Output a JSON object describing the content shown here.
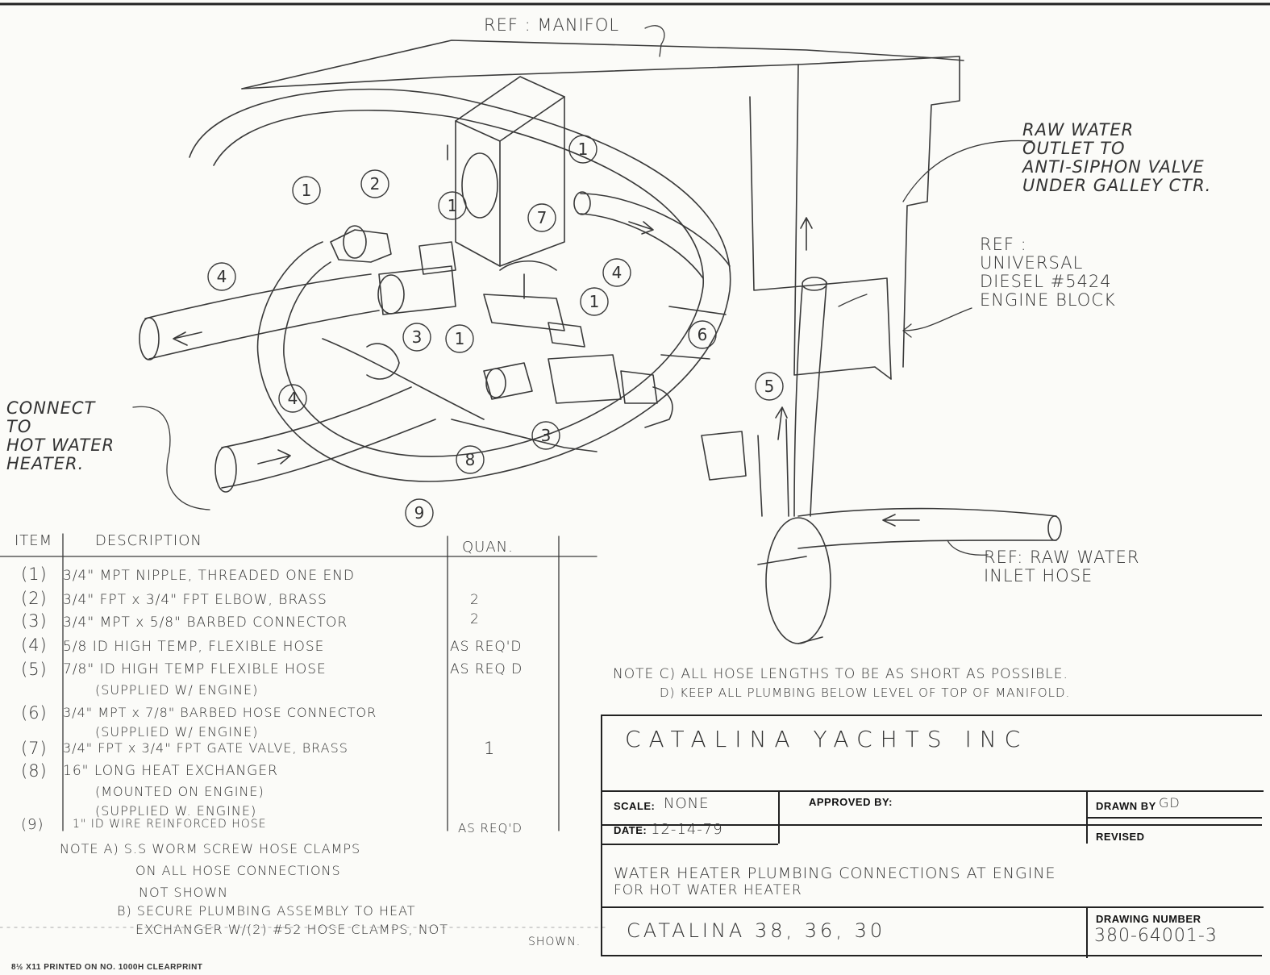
{
  "header_ref": "REF : MANIFOL",
  "callouts": {
    "raw_water_outlet": "RAW WATER\nOUTLET TO\nANTI-SIPHON VALVE\nUNDER GALLEY CTR.",
    "engine_ref": "REF :\nUNIVERSAL\nDIESEL #5424\nENGINE BLOCK",
    "hot_water": "CONNECT\nTO\nHOT WATER\nHEATER.",
    "raw_water_inlet": "REF: RAW WATER\nINLET HOSE"
  },
  "bubbles": [
    "1",
    "2",
    "1",
    "7",
    "1",
    "4",
    "4",
    "1",
    "3",
    "1",
    "6",
    "5",
    "4",
    "3",
    "8",
    "9"
  ],
  "parts_list": {
    "headers": {
      "item": "ITEM",
      "description": "DESCRIPTION",
      "quantity": "QUAN."
    },
    "rows": [
      {
        "item": "(1)",
        "desc": "3/4\" MPT NIPPLE, THREADED ONE END",
        "sub": "",
        "qty": ""
      },
      {
        "item": "(2)",
        "desc": "3/4\" FPT x 3/4\" FPT ELBOW, BRASS",
        "sub": "",
        "qty": "2"
      },
      {
        "item": "(3)",
        "desc": "3/4\" MPT x 5/8\" BARBED CONNECTOR",
        "sub": "",
        "qty": "2"
      },
      {
        "item": "(4)",
        "desc": "5/8 ID HIGH TEMP, FLEXIBLE HOSE",
        "sub": "",
        "qty": "AS REQ'D"
      },
      {
        "item": "(5)",
        "desc": "7/8\" ID HIGH TEMP FLEXIBLE HOSE",
        "sub": "(SUPPLIED W/ ENGINE)",
        "qty": "AS REQ D"
      },
      {
        "item": "(6)",
        "desc": "3/4\" MPT x 7/8\" BARBED HOSE CONNECTOR",
        "sub": "(SUPPLIED W/ ENGINE)",
        "qty": ""
      },
      {
        "item": "(7)",
        "desc": "3/4\" FPT x 3/4\" FPT GATE VALVE, BRASS",
        "sub": "",
        "qty": "1"
      },
      {
        "item": "(8)",
        "desc": "16\" LONG HEAT EXCHANGER",
        "sub": "(MOUNTED ON ENGINE)",
        "sub2": "(SUPPLIED W. ENGINE)",
        "qty": ""
      },
      {
        "item": "(9)",
        "desc": "1\" ID WIRE REINFORCED HOSE",
        "sub": "",
        "qty": "AS REQ'D"
      }
    ]
  },
  "notes_left": {
    "a1": "NOTE A) S.S WORM SCREW HOSE CLAMPS",
    "a2": "ON ALL HOSE CONNECTIONS",
    "a3": "NOT SHOWN",
    "b1": "B) SECURE PLUMBING ASSEMBLY TO HEAT",
    "b2": "EXCHANGER W/(2) #52 HOSE CLAMPS, NOT",
    "b3": "SHOWN."
  },
  "notes_right": {
    "c": "NOTE C) ALL HOSE LENGTHS TO BE AS SHORT AS POSSIBLE.",
    "d": "D) KEEP ALL PLUMBING BELOW LEVEL OF TOP OF MANIFOLD."
  },
  "title_block": {
    "company": "CATALINA YACHTS INC",
    "scale_label": "SCALE:",
    "scale_value": "NONE",
    "approved_label": "APPROVED BY:",
    "drawn_label": "DRAWN BY",
    "drawn_value": "GD",
    "date_label": "DATE:",
    "date_value": "12-14-79",
    "revised_label": "REVISED",
    "title_line1": "WATER HEATER PLUMBING CONNECTIONS AT ENGINE",
    "title_line2": "FOR HOT WATER HEATER",
    "models": "CATALINA 38, 36, 30",
    "drawing_number_label": "DRAWING NUMBER",
    "drawing_number": "380-64001-3"
  },
  "footer": "8½ X11    PRINTED ON NO. 1000H CLEARPRINT"
}
